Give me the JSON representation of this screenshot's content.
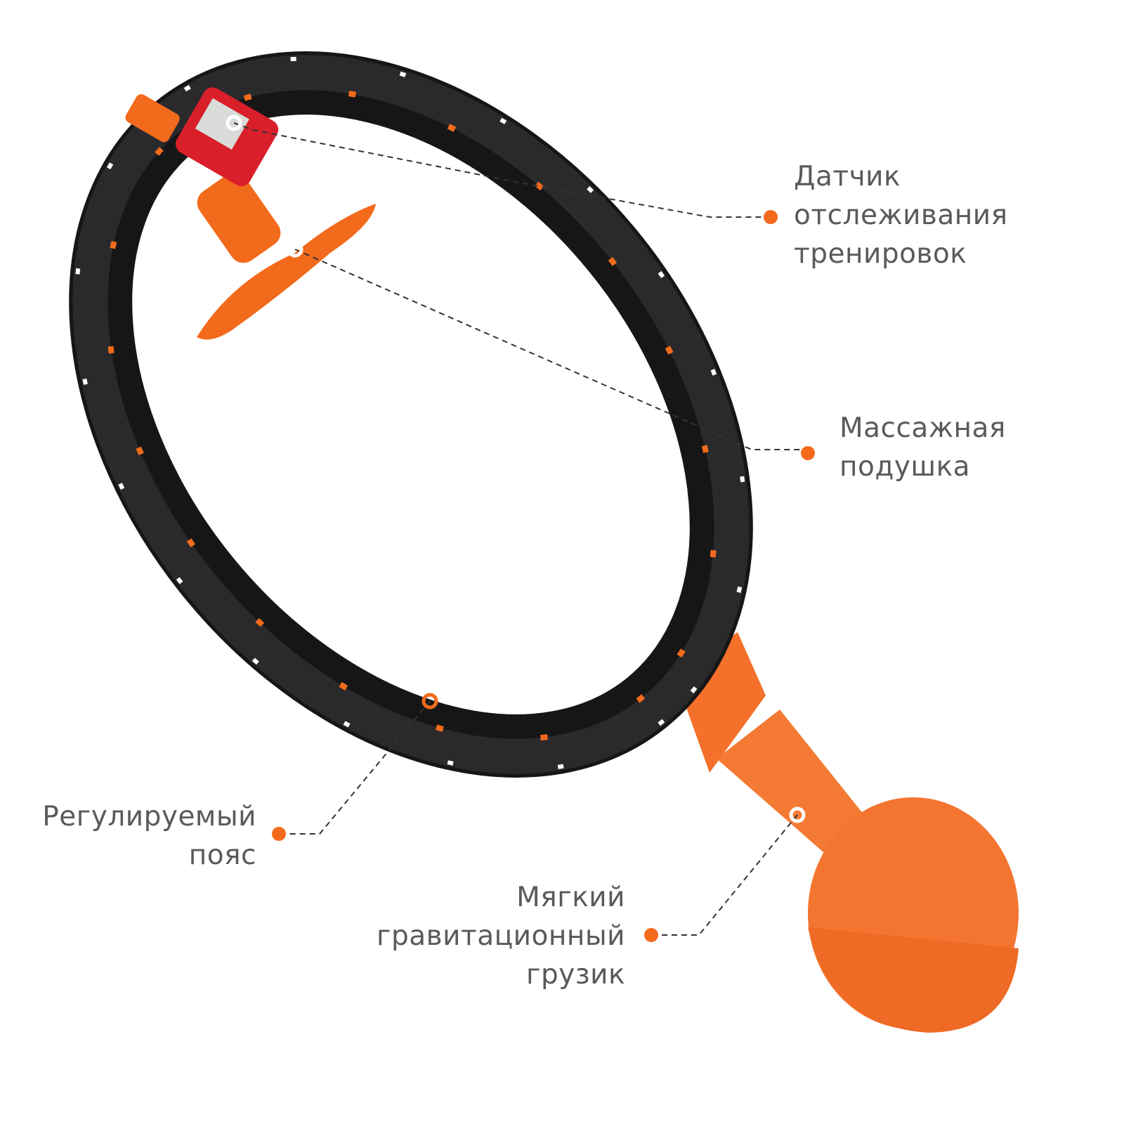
{
  "colors": {
    "accent": "#f26a1b",
    "ring": "#1f1f21",
    "text": "#5a5a5a",
    "sensor": "#d81f2a"
  },
  "callouts": [
    {
      "id": "sensor",
      "lines": [
        "Датчик",
        "отслеживания",
        "тренировок"
      ]
    },
    {
      "id": "massage",
      "lines": [
        "Массажная",
        "подушка"
      ]
    },
    {
      "id": "belt",
      "lines": [
        "Регулируемый",
        "пояс"
      ]
    },
    {
      "id": "weight",
      "lines": [
        "Мягкий",
        "гравитационный",
        "грузик"
      ]
    }
  ]
}
